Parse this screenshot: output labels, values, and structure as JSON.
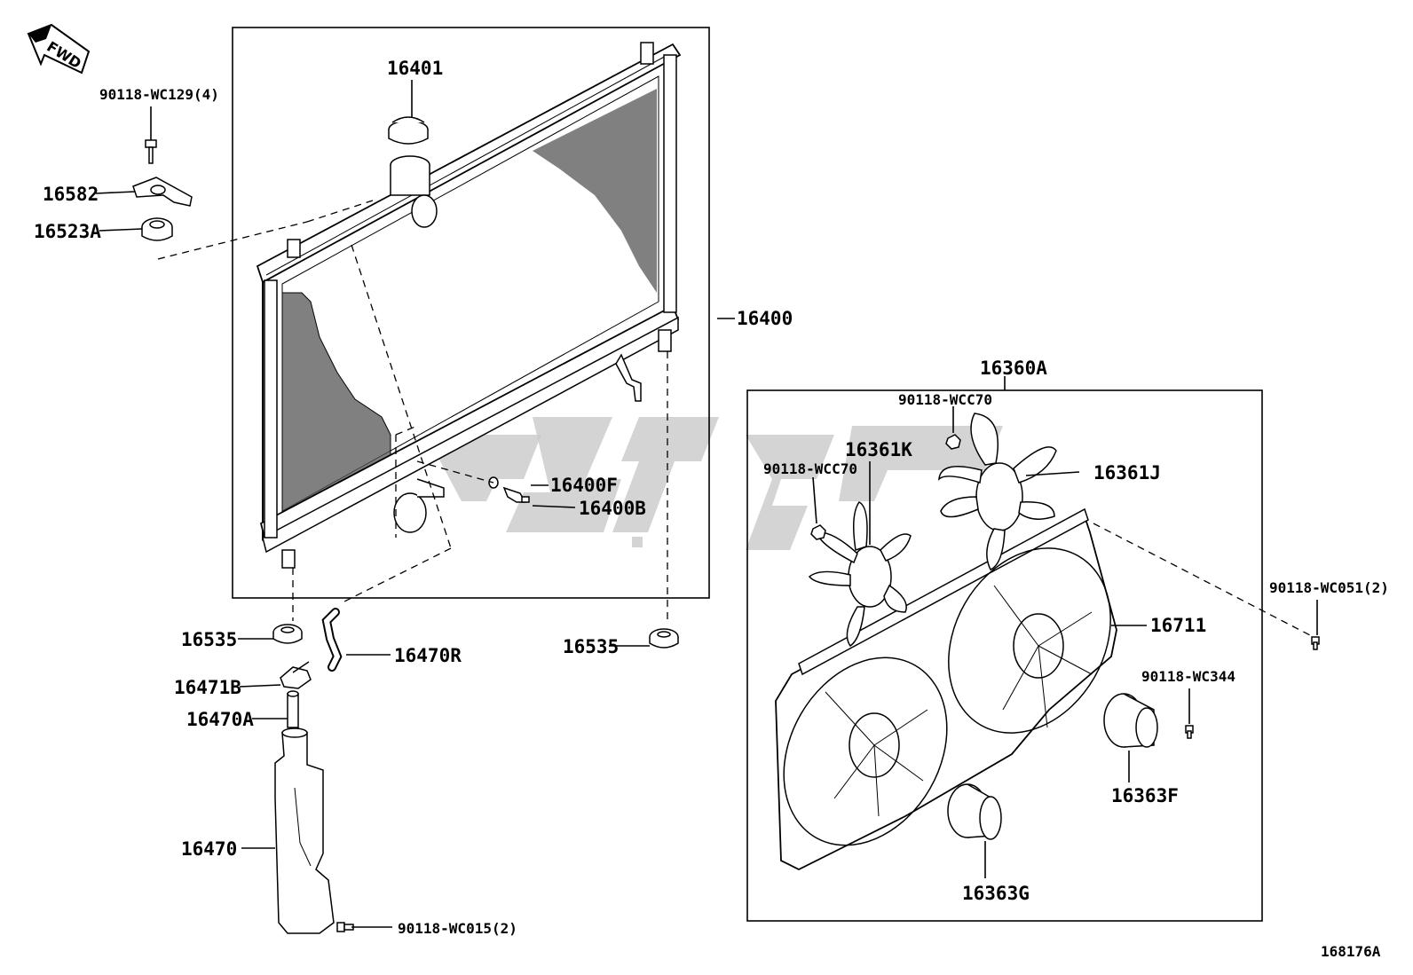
{
  "diagram": {
    "fwd_label": "FWD",
    "figure_id": "168176A",
    "group_fan": "16360A",
    "labels": {
      "bolt_wc129": "90118-WC129(4)",
      "p16582": "16582",
      "p16523A": "16523A",
      "p16401": "16401",
      "p16400": "16400",
      "p16400F": "16400F",
      "p16400B": "16400B",
      "p16535_left": "16535",
      "p16535_right": "16535",
      "p16470R": "16470R",
      "p16471B": "16471B",
      "p16470A": "16470A",
      "p16470": "16470",
      "bolt_wc015": "90118-WC015(2)",
      "nut_wcc70_top": "90118-WCC70",
      "nut_wcc70_left": "90118-WCC70",
      "p16361K": "16361K",
      "p16361J": "16361J",
      "p16711": "16711",
      "bolt_wc051": "90118-WC051(2)",
      "bolt_wc344": "90118-WC344",
      "p16363F": "16363F",
      "p16363G": "16363G"
    }
  }
}
